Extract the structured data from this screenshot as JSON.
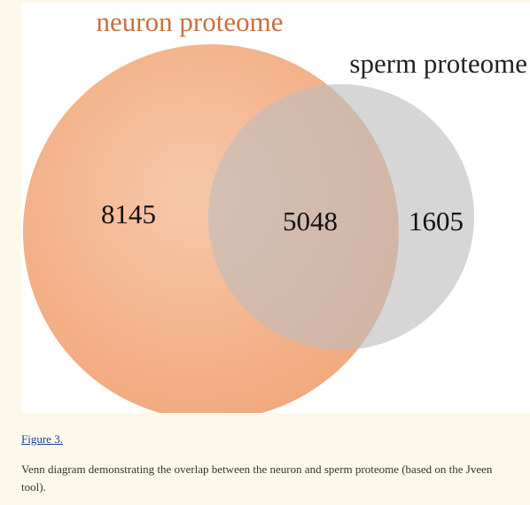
{
  "diagram": {
    "sets": [
      {
        "name": "neuron proteome",
        "color": "#f0a678"
      },
      {
        "name": "sperm proteome",
        "color": "#c9c9c9"
      }
    ],
    "regions": {
      "neuron_only": "8145",
      "intersection": "5048",
      "sperm_only": "1605"
    },
    "colors": {
      "neuron_title": "#c8703e",
      "sperm_title": "#222222",
      "numbers": "#111111"
    }
  },
  "figure": {
    "label": "Figure 3.",
    "caption": "Venn diagram demonstrating the overlap between the neuron and sperm proteome (based on the Jveen tool)."
  }
}
